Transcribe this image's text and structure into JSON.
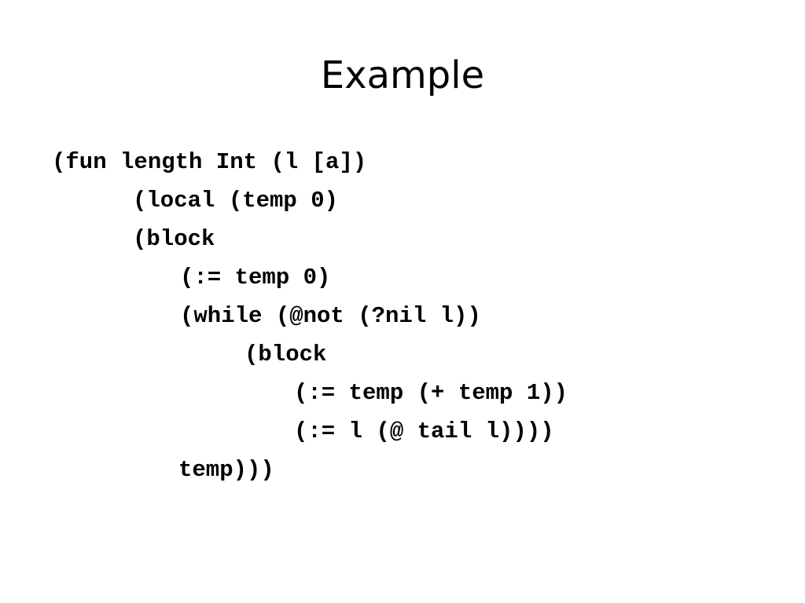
{
  "slide": {
    "title": "Example",
    "code_lines": [
      "(fun length Int (l [a])",
      "(local (temp 0)",
      "(block",
      "(:= temp 0)",
      "(while (@not (?nil l))",
      "(block",
      "(:= temp (+ temp 1))",
      "(:= l (@ tail l))))",
      "temp)))"
    ]
  }
}
